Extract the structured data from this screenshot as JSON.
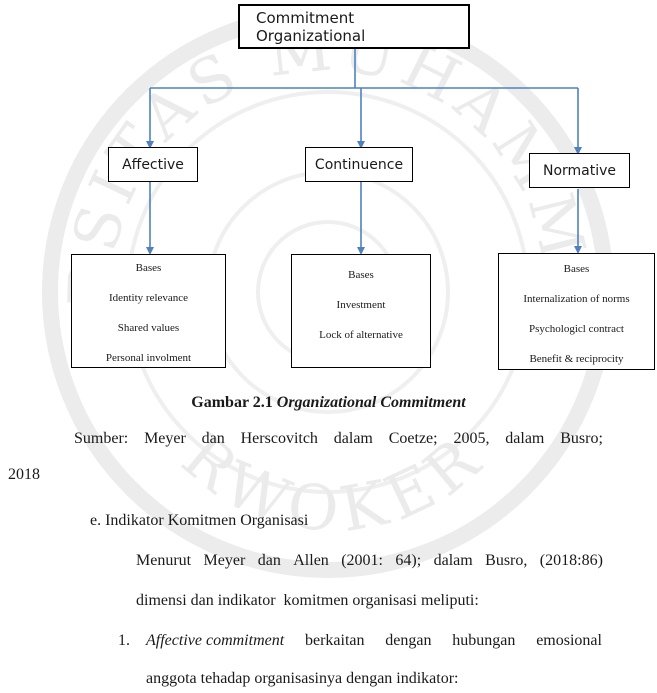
{
  "diagram": {
    "root": "Commitment Organizational",
    "categories": [
      {
        "label": "Affective",
        "bases": [
          "Bases",
          "Identity relevance",
          "Shared values",
          "Personal involment"
        ]
      },
      {
        "label": "Continuence",
        "bases": [
          "Bases",
          "Investment",
          "Lock of alternative"
        ]
      },
      {
        "label": "Normative",
        "bases": [
          "Bases",
          "Internalization of norms",
          "Psychologicl contract",
          "Benefit & reciprocity"
        ]
      }
    ],
    "arrow_color": "#4f81bd"
  },
  "caption": {
    "prefix": "Gambar 2.1",
    "title": "Organizational Commitment"
  },
  "source": {
    "words": [
      "Sumber:",
      "Meyer",
      "dan",
      "Herscovitch",
      "dalam",
      "Coetze;",
      "2005,",
      "dalam",
      "Busro;"
    ],
    "year": "2018"
  },
  "section": {
    "heading": "e. Indikator Komitmen Organisasi"
  },
  "body": {
    "line1_words": [
      "Menurut",
      "Meyer",
      "dan",
      "Allen",
      "(2001:",
      "64);",
      "dalam",
      "Busro,",
      "(2018:86)"
    ],
    "line2": "dimensi dan indikator  komitmen organisasi meliputi:",
    "item_number": "1.",
    "item_term": "Affective commitment",
    "item_rest_words": [
      "berkaitan",
      "dengan",
      "hubungan",
      "emosional"
    ],
    "line4": "anggota tehadap organisasinya dengan indikator:"
  },
  "watermark": {
    "text": "UNIVERSITAS MUHAMMADIYAH PURWOKERTO"
  }
}
